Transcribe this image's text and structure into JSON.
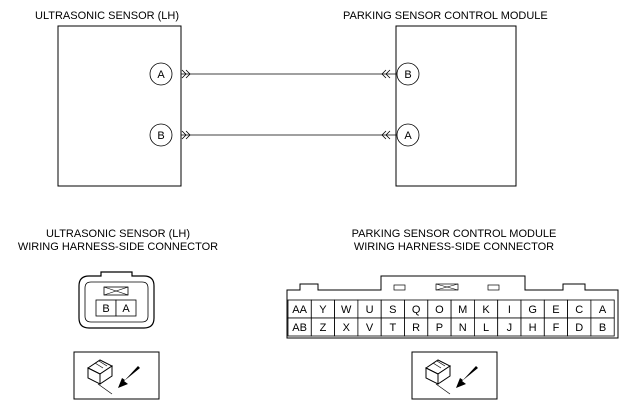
{
  "diagram": {
    "left_title": "ULTRASONIC SENSOR (LH)",
    "right_title": "PARKING SENSOR CONTROL MODULE",
    "wires": [
      {
        "from_pin": "A",
        "to_pin": "B"
      },
      {
        "from_pin": "B",
        "to_pin": "A"
      }
    ]
  },
  "connectors": {
    "left_title_line1": "ULTRASONIC SENSOR (LH)",
    "left_title_line2": "WIRING HARNESS-SIDE CONNECTOR",
    "left_pins": [
      "B",
      "A"
    ],
    "right_title_line1": "PARKING SENSOR CONTROL MODULE",
    "right_title_line2": "WIRING HARNESS-SIDE CONNECTOR",
    "right_top_row": [
      "AA",
      "Y",
      "W",
      "U",
      "S",
      "Q",
      "O",
      "M",
      "K",
      "I",
      "G",
      "E",
      "C",
      "A"
    ],
    "right_bottom_row": [
      "AB",
      "Z",
      "X",
      "V",
      "T",
      "R",
      "P",
      "N",
      "L",
      "J",
      "H",
      "F",
      "D",
      "B"
    ]
  },
  "icons": {
    "left_view_icon": "connector-view-icon",
    "right_view_icon": "connector-view-icon"
  }
}
